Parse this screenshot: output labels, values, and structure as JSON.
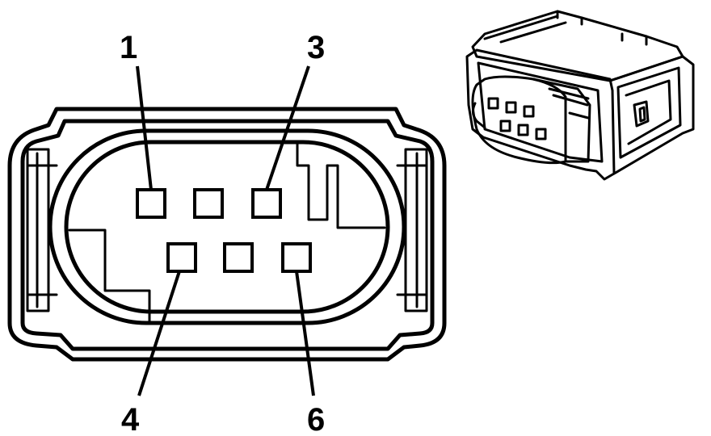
{
  "callouts": {
    "pin_1": "1",
    "pin_3": "3",
    "pin_4": "4",
    "pin_6": "6"
  },
  "colors": {
    "line": "#000000",
    "background": "#ffffff"
  }
}
